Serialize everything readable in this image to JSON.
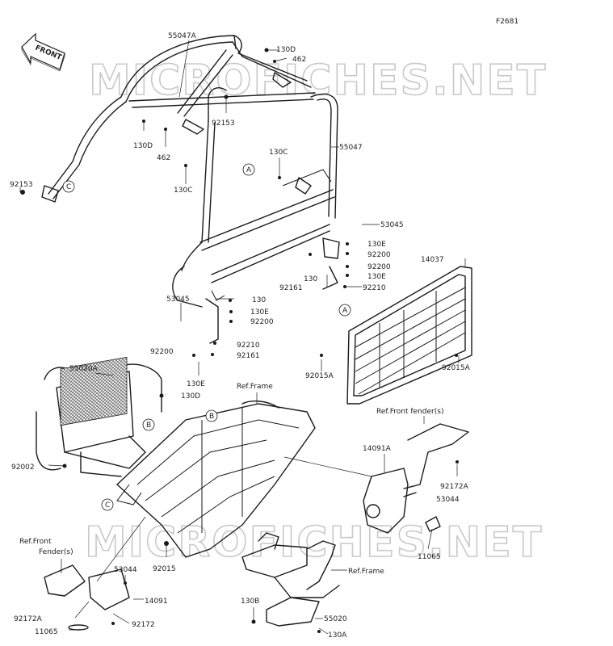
{
  "figure_number": "F2681",
  "front_arrow": {
    "label": "FRONT"
  },
  "watermark": "MICROFICHES.NET",
  "callout_letters": [
    "A",
    "B",
    "C"
  ],
  "parts": [
    {
      "key": "p55047A",
      "label": "55047A"
    },
    {
      "key": "p130D_top",
      "label": "130D"
    },
    {
      "key": "p462_top",
      "label": "462"
    },
    {
      "key": "p92153_mid",
      "label": "92153"
    },
    {
      "key": "p130D_left",
      "label": "130D"
    },
    {
      "key": "p462_left",
      "label": "462"
    },
    {
      "key": "p55047",
      "label": "55047"
    },
    {
      "key": "p130C_right",
      "label": "130C"
    },
    {
      "key": "p130C_left",
      "label": "130C"
    },
    {
      "key": "p92153_left",
      "label": "92153"
    },
    {
      "key": "p53045_right",
      "label": "53045"
    },
    {
      "key": "p130E_r1",
      "label": "130E"
    },
    {
      "key": "p92200_r1",
      "label": "92200"
    },
    {
      "key": "p92200_r2",
      "label": "92200"
    },
    {
      "key": "p130E_r2",
      "label": "130E"
    },
    {
      "key": "p130_r",
      "label": "130"
    },
    {
      "key": "p92161_r",
      "label": "92161"
    },
    {
      "key": "p92210_r",
      "label": "92210"
    },
    {
      "key": "p14037",
      "label": "14037"
    },
    {
      "key": "p53045_left",
      "label": "53045"
    },
    {
      "key": "p130_l",
      "label": "130"
    },
    {
      "key": "p130E_l1",
      "label": "130E"
    },
    {
      "key": "p92200_l1",
      "label": "92200"
    },
    {
      "key": "p92200_l2",
      "label": "92200"
    },
    {
      "key": "p92210_l",
      "label": "92210"
    },
    {
      "key": "p92161_l",
      "label": "92161"
    },
    {
      "key": "p130E_l2",
      "label": "130E"
    },
    {
      "key": "p92015A_l",
      "label": "92015A"
    },
    {
      "key": "p92015A_r",
      "label": "92015A"
    },
    {
      "key": "p55020A",
      "label": "55020A"
    },
    {
      "key": "p130D_bot",
      "label": "130D"
    },
    {
      "key": "ref_frame_top",
      "label": "Ref.Frame"
    },
    {
      "key": "ref_front_fender_r",
      "label": "Ref.Front fender(s)"
    },
    {
      "key": "p14091A",
      "label": "14091A"
    },
    {
      "key": "p92172A_r",
      "label": "92172A"
    },
    {
      "key": "p53044_r",
      "label": "53044"
    },
    {
      "key": "p11065_r",
      "label": "11065"
    },
    {
      "key": "p92002",
      "label": "92002"
    },
    {
      "key": "p92015",
      "label": "92015"
    },
    {
      "key": "ref_front_l1",
      "label": "Ref.Front"
    },
    {
      "key": "ref_front_l2",
      "label": "Fender(s)"
    },
    {
      "key": "p53044_l",
      "label": "53044"
    },
    {
      "key": "p14091",
      "label": "14091"
    },
    {
      "key": "p92172A_l",
      "label": "92172A"
    },
    {
      "key": "p92172",
      "label": "92172"
    },
    {
      "key": "p11065_l",
      "label": "11065"
    },
    {
      "key": "ref_frame_bot",
      "label": "Ref.Frame"
    },
    {
      "key": "p130B",
      "label": "130B"
    },
    {
      "key": "p55020",
      "label": "55020"
    },
    {
      "key": "p130A",
      "label": "130A"
    }
  ]
}
